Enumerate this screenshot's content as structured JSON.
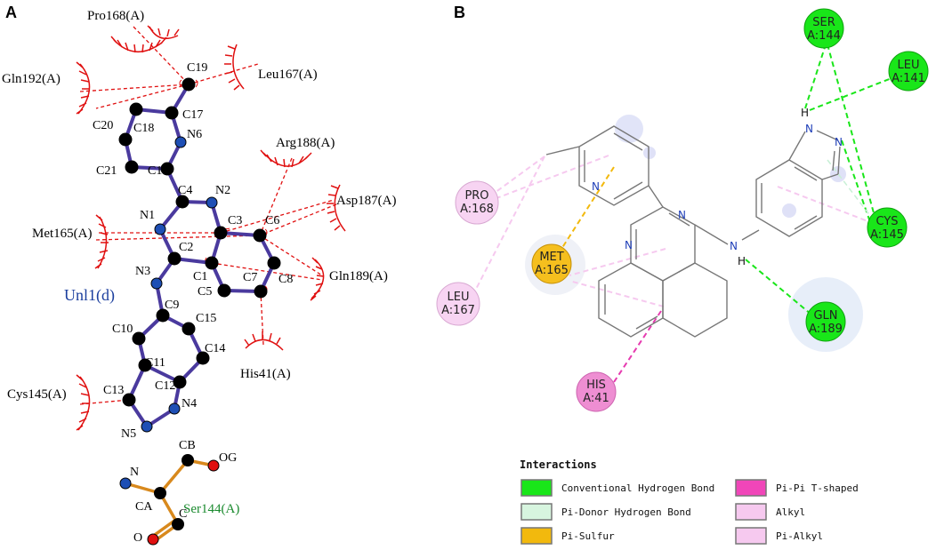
{
  "panel_a": {
    "letter": "A",
    "ligand_name": "Unl1(d)",
    "residues": {
      "pro168": "Pro168(A)",
      "leu167": "Leu167(A)",
      "gln192": "Gln192(A)",
      "arg188": "Arg188(A)",
      "asp187": "Asp187(A)",
      "met165": "Met165(A)",
      "gln189": "Gln189(A)",
      "his41": "His41(A)",
      "cys145": "Cys145(A)"
    },
    "atoms": {
      "C19": "C19",
      "C17": "C17",
      "C18": "C18",
      "C20": "C20",
      "N6": "N6",
      "C21": "C21",
      "C16": "C16",
      "C4": "C4",
      "N2": "N2",
      "N1": "N1",
      "C3": "C3",
      "C6": "C6",
      "C2": "C2",
      "C1": "C1",
      "N3": "N3",
      "C5": "C5",
      "C7": "C7",
      "C8": "C8",
      "C9": "C9",
      "C15": "C15",
      "C10": "C10",
      "C14": "C14",
      "C11": "C11",
      "C12": "C12",
      "N4": "N4",
      "C13": "C13",
      "N5": "N5"
    },
    "serine": {
      "label": "Ser144(A)",
      "CB": "CB",
      "OG": "OG",
      "N": "N",
      "CA": "CA",
      "C": "C",
      "O": "O"
    }
  },
  "panel_b": {
    "letter": "B",
    "residues": {
      "ser144": {
        "name": "SER",
        "id": "A:144"
      },
      "leu141": {
        "name": "LEU",
        "id": "A:141"
      },
      "cys145": {
        "name": "CYS",
        "id": "A:145"
      },
      "gln189": {
        "name": "GLN",
        "id": "A:189"
      },
      "pro168": {
        "name": "PRO",
        "id": "A:168"
      },
      "met165": {
        "name": "MET",
        "id": "A:165"
      },
      "leu167": {
        "name": "LEU",
        "id": "A:167"
      },
      "his41": {
        "name": "HIS",
        "id": "A:41"
      }
    },
    "structure_labels": {
      "n_pyridine": "N",
      "n_pyrimidine_right": "N",
      "n_pyrimidine_left": "N",
      "n_amine": "N",
      "h_amine": "H",
      "n_indazole_1": "N",
      "n_indazole_2": "N",
      "h_indazole": "H"
    },
    "legend": {
      "title": "Interactions",
      "items": [
        {
          "label": "Conventional Hydrogen Bond",
          "color": "#19e619"
        },
        {
          "label": "Pi-Donor Hydrogen Bond",
          "color": "#d7f5df"
        },
        {
          "label": "Pi-Sulfur",
          "color": "#f2b90d"
        },
        {
          "label": "Pi-Pi T-shaped",
          "color": "#f046b9"
        },
        {
          "label": "Alkyl",
          "color": "#f6c9ef"
        },
        {
          "label": "Pi-Alkyl",
          "color": "#f6c9ef"
        }
      ]
    }
  },
  "colors": {
    "bond": "#4a3a9e",
    "carbon": "#000000",
    "nitrogen": "#1e4fb5",
    "oxygen": "#e01010",
    "hydrophobic": "#e01010",
    "hbond_green": "#19e619",
    "serine_bond": "#d8891d"
  }
}
